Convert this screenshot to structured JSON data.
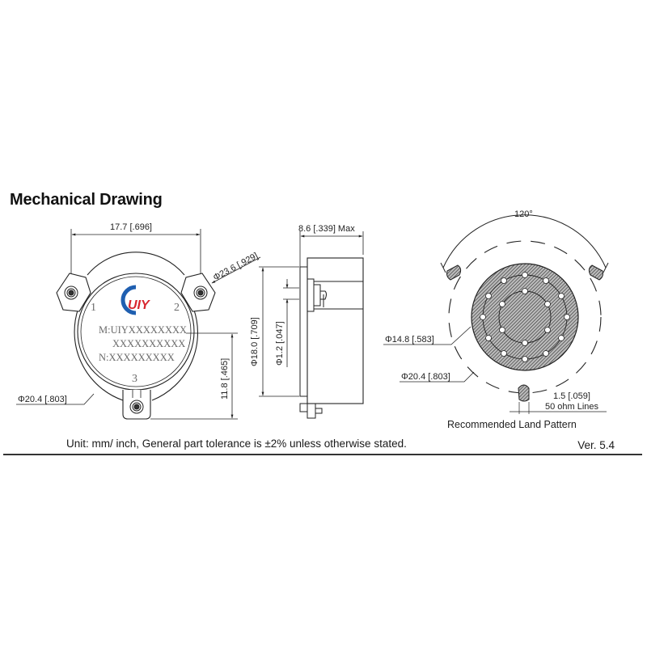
{
  "title": "Mechanical Drawing",
  "top_view": {
    "width_dim": "17.7 [.696]",
    "flange_dia": "Φ23.6 [.929]",
    "body_dia": "Φ20.4 [.803]",
    "height_dim": "11.8 [.465]",
    "port_labels": [
      "1",
      "2",
      "3"
    ],
    "logo_text": "UIY",
    "marking_lines": [
      "M:UIYXXXXXXXX",
      "XXXXXXXXXX",
      "N:XXXXXXXXX"
    ]
  },
  "side_view": {
    "thickness_dim": "8.6 [.339] Max",
    "body_dia": "Φ18.0 [.709]",
    "pin_dia": "Φ1.2 [.047]"
  },
  "land_pattern": {
    "angle": "120°",
    "inner_dia": "Φ14.8 [.583]",
    "outer_dia": "Φ20.4 [.803]",
    "line_width": "1.5 [.059]",
    "line_note": "50 ohm Lines",
    "caption": "Recommended Land Pattern"
  },
  "footer": {
    "note": "Unit: mm/ inch, General part tolerance is ±2% unless otherwise stated.",
    "version": "Ver. 5.4"
  },
  "colors": {
    "line": "#222222",
    "logo_blue": "#1f5fb0",
    "logo_red": "#d8262e",
    "marking_gray": "#6b6b6b",
    "hatch_fill": "#8a8a8a"
  }
}
